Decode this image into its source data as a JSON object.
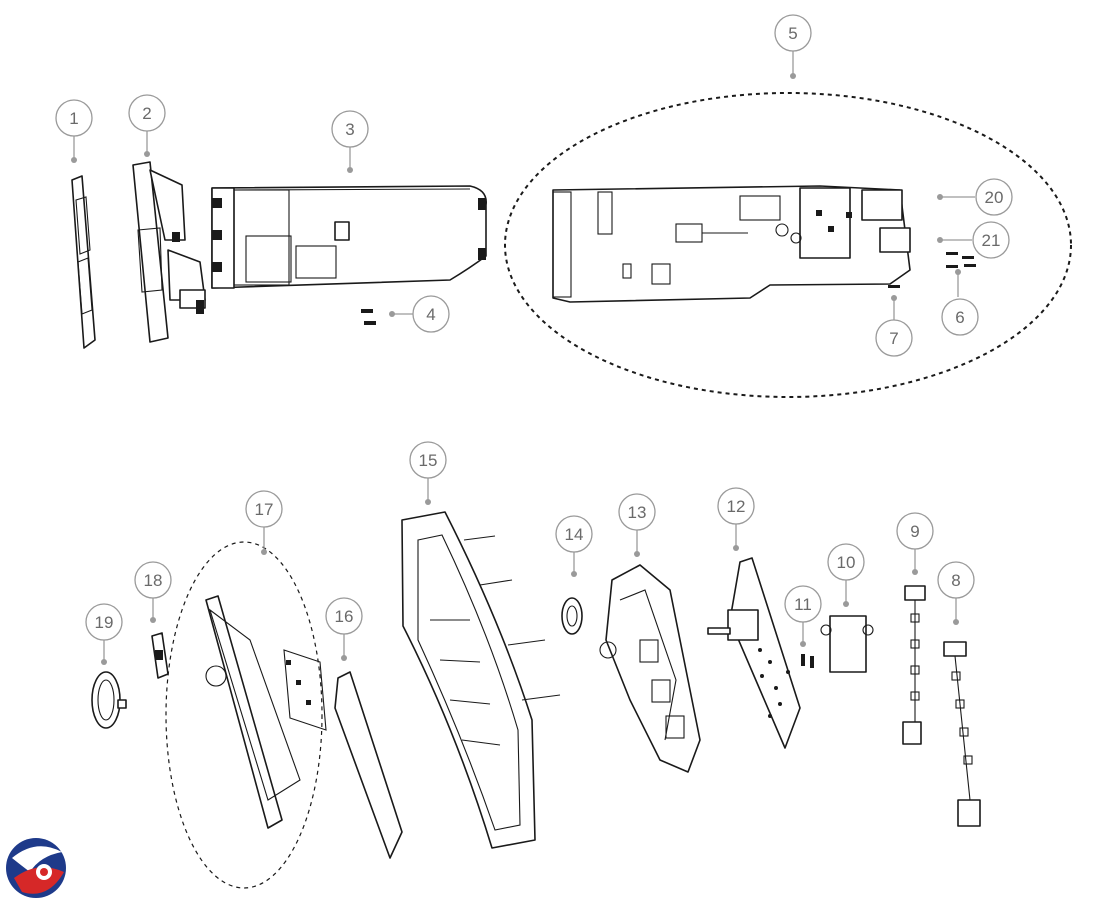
{
  "diagram": {
    "callouts": [
      {
        "id": "1",
        "label": "1"
      },
      {
        "id": "2",
        "label": "2"
      },
      {
        "id": "3",
        "label": "3"
      },
      {
        "id": "4",
        "label": "4"
      },
      {
        "id": "5",
        "label": "5"
      },
      {
        "id": "6",
        "label": "6"
      },
      {
        "id": "7",
        "label": "7"
      },
      {
        "id": "8",
        "label": "8"
      },
      {
        "id": "9",
        "label": "9"
      },
      {
        "id": "10",
        "label": "10"
      },
      {
        "id": "11",
        "label": "11"
      },
      {
        "id": "12",
        "label": "12"
      },
      {
        "id": "13",
        "label": "13"
      },
      {
        "id": "14",
        "label": "14"
      },
      {
        "id": "15",
        "label": "15"
      },
      {
        "id": "16",
        "label": "16"
      },
      {
        "id": "17",
        "label": "17"
      },
      {
        "id": "18",
        "label": "18"
      },
      {
        "id": "19",
        "label": "19"
      },
      {
        "id": "20",
        "label": "20"
      },
      {
        "id": "21",
        "label": "21"
      }
    ],
    "logo": {
      "name": "brand-logo-icon",
      "colors": [
        "#1e3a8a",
        "#d62828"
      ]
    }
  }
}
